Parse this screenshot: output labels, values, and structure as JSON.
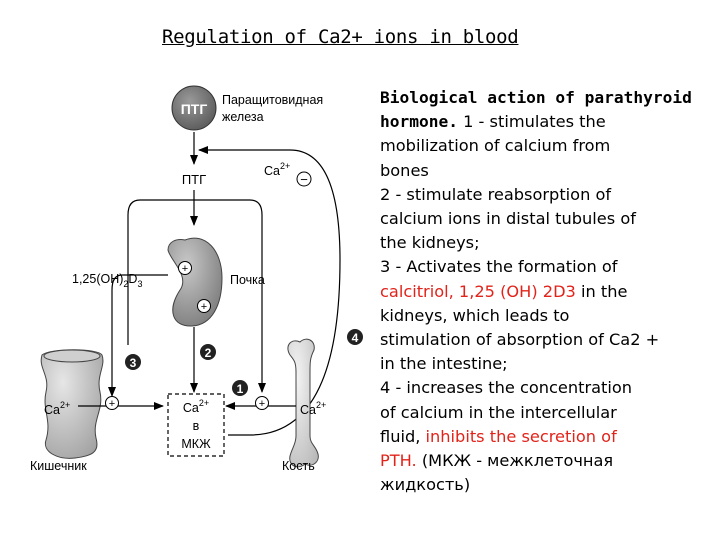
{
  "title": "Regulation of Ca2+ ions in blood",
  "diagram": {
    "ptg_circle": "ПТГ",
    "gland_label_1": "Паращитовидная",
    "gland_label_2": "железа",
    "ptg_label": "ПТГ",
    "ca_feedback": "Ca",
    "ca_feedback_sup": "2+",
    "minus": "−",
    "calcitriol_label": "1,25(OH)",
    "calcitriol_sub1": "2",
    "calcitriol_mid": "D",
    "calcitriol_sub2": "3",
    "kidney_label": "Почка",
    "plus": "+",
    "num_1": "1",
    "num_2": "2",
    "num_3": "3",
    "num_4": "4",
    "intestine_ca": "Ca",
    "intestine_ca_sup": "2+",
    "intestine_label": "Кишечник",
    "bone_ca": "Ca",
    "bone_ca_sup": "2+",
    "bone_label": "Кость",
    "center_ca": "Ca",
    "center_ca_sup": "2+",
    "center_v": "в",
    "center_mkzh": "МКЖ"
  },
  "text": {
    "l1": "Biological action of parathyroid",
    "l2a": "hormone.",
    "l2b": " 1 - stimulates the",
    "l3": "mobilization of calcium from",
    "l4": "bones",
    "l5": " 2 - stimulate reabsorption of",
    "l6": "calcium ions in  distal tubules of",
    "l7": "the kidneys;",
    "l8": "3 - Activates the formation of",
    "l9a": "calcitriol, 1,25 (OH) 2D3",
    "l9b": " in the",
    "l10": "kidneys, which leads to",
    "l11": "stimulation of absorption of Ca2 +",
    "l12": "in the intestine;",
    "l13": " 4 - increases the concentration",
    "l14": "of calcium in the intercellular",
    "l15a": "fluid, ",
    "l15b": "inhibits the secretion of",
    "l16a": "PTH.",
    "l16b": " (МКЖ - межклеточная",
    "l17": "жидкость)"
  }
}
